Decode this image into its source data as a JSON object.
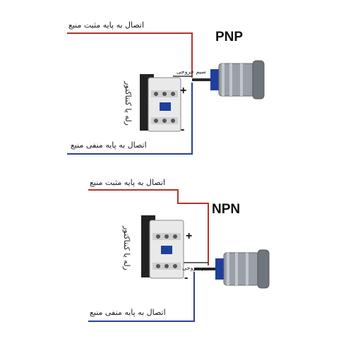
{
  "pnp": {
    "title": "PNP",
    "label_positive": "اتصال به پایه مثبت منبع",
    "label_negative": "اتصال به پایه منفی منبع",
    "label_relay": "رله یا کنتاکتور",
    "label_output": "سیم خروجی",
    "sign_plus": "+",
    "sign_minus": "-"
  },
  "npn": {
    "title": "NPN",
    "label_positive": "اتصال به پایه مثبت منبع",
    "label_negative": "اتصال به پایه منفی منبع",
    "label_relay": "رله یا کنتاکتور",
    "label_output": "سیم خروجی",
    "sign_plus": "+",
    "sign_minus": "-"
  },
  "colors": {
    "positive_wire": "#b5332b",
    "negative_wire": "#2a3f9a",
    "output_wire": "#333333",
    "sensor_body": "#9aa0a8",
    "sensor_face": "#1f3f9c",
    "contactor_body": "#e9e9e9",
    "contactor_back": "#222222"
  }
}
